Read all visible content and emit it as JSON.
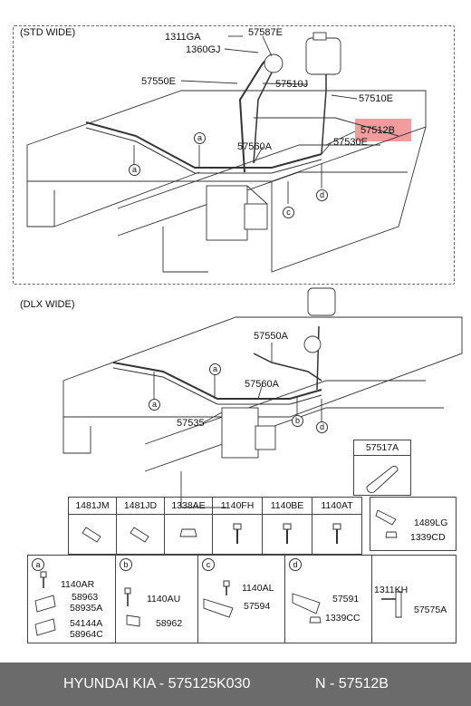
{
  "sections": {
    "std": "(STD WIDE)",
    "dlx": "(DLX WIDE)"
  },
  "std_labels": [
    {
      "id": "1311GA",
      "text": "1311GA"
    },
    {
      "id": "1360GJ",
      "text": "1360GJ"
    },
    {
      "id": "57587E",
      "text": "57587E"
    },
    {
      "id": "57550E",
      "text": "57550E"
    },
    {
      "id": "57510J",
      "text": "57510J"
    },
    {
      "id": "57510E",
      "text": "57510E"
    },
    {
      "id": "57512B",
      "text": "57512B"
    },
    {
      "id": "57530E",
      "text": "57530E"
    },
    {
      "id": "57560A",
      "text": "57560A"
    }
  ],
  "dlx_labels": [
    {
      "id": "57550A",
      "text": "57550A"
    },
    {
      "id": "57560A",
      "text": "57560A"
    },
    {
      "id": "57535",
      "text": "57535"
    }
  ],
  "callouts": {
    "a": "a",
    "b": "b",
    "c": "c",
    "d": "d"
  },
  "box_57517A": "57517A",
  "parts_table": {
    "headers": [
      "1481JM",
      "1481JD",
      "1338AE",
      "1140FH",
      "1140BE",
      "1140AT"
    ],
    "side_labels": [
      "1489LG",
      "1339CD"
    ]
  },
  "groups": {
    "a": {
      "letter": "a",
      "parts": [
        "1140AR",
        "58963",
        "58935A",
        "54144A",
        "58964C"
      ]
    },
    "b": {
      "letter": "b",
      "parts": [
        "1140AU",
        "58962"
      ]
    },
    "c": {
      "letter": "c",
      "parts": [
        "1140AL",
        "57594"
      ]
    },
    "d": {
      "letter": "d",
      "parts": [
        "57591",
        "1339CC"
      ]
    },
    "e": {
      "parts": [
        "1311KH",
        "57575A"
      ]
    }
  },
  "footer": {
    "brand": "HYUNDAI  KIA - 575125K030",
    "ref": "N - 57512B"
  },
  "colors": {
    "highlight": "#f08c8c",
    "footer_bg": "#6b6b6b"
  }
}
